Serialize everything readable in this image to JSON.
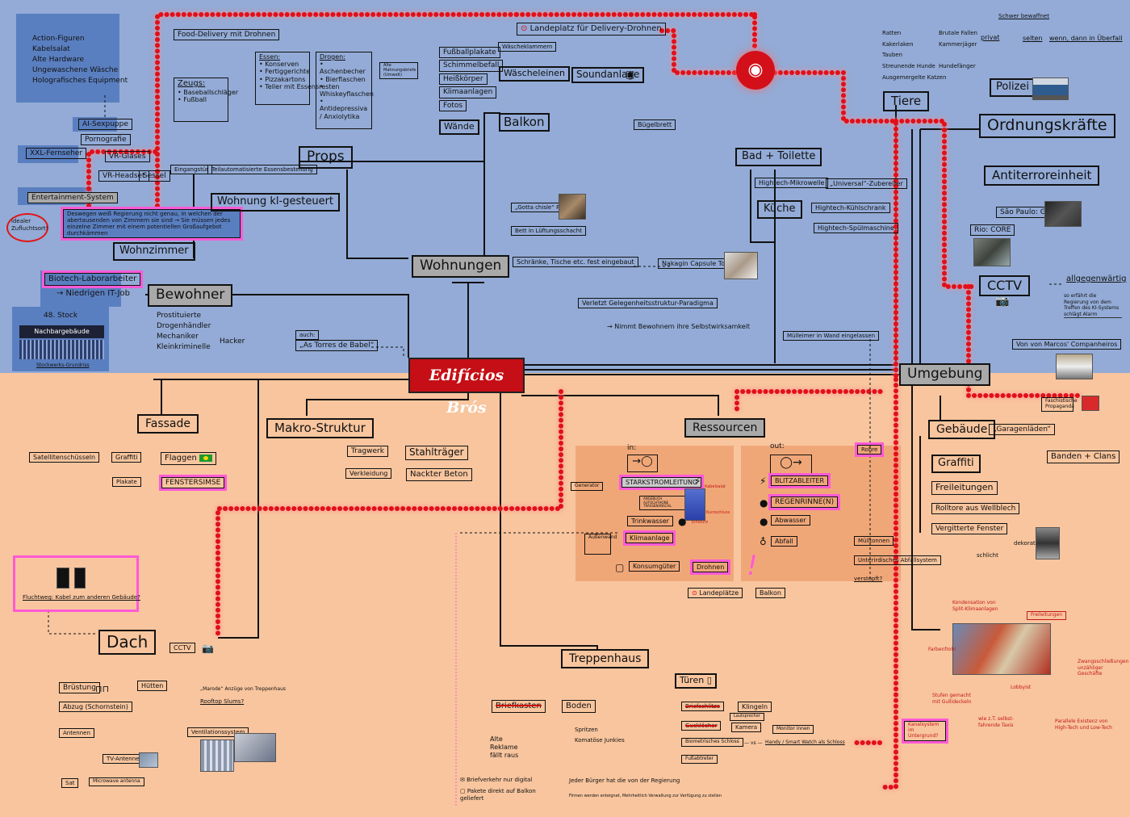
{
  "title": "Edifícios Brós",
  "accent_colors": {
    "root": "#c50e15",
    "top_bg": "#93abd6",
    "bottom_bg": "#f8c59e",
    "highlight": "#ff5ad6",
    "surveillance_path": "#e0101a"
  },
  "icons": {
    "eye": "◉",
    "target": "⊙",
    "lightning": "⚡",
    "drop": "💧",
    "box": "▢",
    "door": "▯",
    "camera": "⌁",
    "mail": "✉",
    "trash": "▥"
  },
  "top": {
    "junk_list": [
      "Action-Figuren",
      "Kabelsalat",
      "Alte Hardware",
      "Ungewaschene Wäsche",
      "Holografisches Equipment"
    ],
    "ai_sexdoll": "AI-Sexpuppe",
    "pornografie": "Pornografie",
    "xxl_tv": "XXL-Fernseher",
    "vr_glasses": "VR-Glases",
    "vr_headset": "VR-Headset",
    "sessel": "Sessel",
    "entertainment": "Entertainment-System",
    "ideal_hideout": "idealer Zufluchtsort!",
    "wohnzimmer_note": "Deswegen weiß Regierung nicht genau, in welchen der abertausenden von Zimmern sie sind → Sie müssen jedes einzelne Zimmer mit einem potentiellen Großaufgebot durchkämmen",
    "wohnzimmer": "Wohnzimmer",
    "biotech": "Biotech-Laborarbeiter",
    "it_job": "→ Niedrigen IT-Job",
    "stock": "48. Stock",
    "neighbor": "Nachbargebäude",
    "floorplan": "Stockwerks-Grundriss",
    "bewohner": "Bewohner",
    "bewohner_list": [
      "Prostituierte",
      "Drogenhändler",
      "Mechaniker",
      "Kleinkriminelle"
    ],
    "hacker": "Hacker",
    "food_delivery": "Food-Delivery mit Drohnen",
    "essen_title": "Essen:",
    "essen_list": [
      "• Konserven",
      "• Fertiggerichte",
      "• Pizzakartons",
      "• Teller mit Essensresten"
    ],
    "drogen_title": "Drogen:",
    "drogen_list": [
      "• Aschenbecher",
      "• Bierflaschen",
      "• Whiskeyflaschen",
      "• Antidepressiva / Anxiolytika"
    ],
    "drogen_note": "Alte Mahnungsbriefe (Umwelt)",
    "zeugs_title": "Zeugs:",
    "zeugs_list": [
      "• Baseballschläger",
      "• Fußball"
    ],
    "props": "Props",
    "eingangstuer": "Eingangstür",
    "teilauto": "Teilautomatisierte Essensbestellung",
    "wohnung_kl": "Wohnung kl-gesteuert",
    "wall_list": [
      "Fußballplakate",
      "Schimmelbefall",
      "Heißkörper",
      "Klimaanlagen",
      "Fotos"
    ],
    "waende": "Wände",
    "waescheklammern": "Wäscheklammern",
    "waescheleinen": "Wäscheleinen",
    "landeplatz": "Landeplatz für Delivery-Drohnen",
    "soundanlage": "Soundanlage",
    "balkon": "Balkon",
    "buegelbrett": "Bügelbrett",
    "gotta": "„Gotta chisle“ P",
    "bett": "Bett in Lüftungsschacht",
    "schraenke": "Schränke, Tische etc. fest eingebaut",
    "nakagin": "Nakagin Capsule Tower",
    "verletzt": "Verletzt Gelegenheitsstruktur-Paradigma",
    "nimmt": "→ Nimmt Bewohnern ihre Selbstwirksamkeit",
    "wohnungen": "Wohnungen",
    "auch": "auch:",
    "torres": "„As Torres de Babel“",
    "bad": "Bad + Toilette",
    "mikrowelle": "Hightech-Mikrowelle",
    "universal": "„Universal“-Zubereiter",
    "kueche": "Küche",
    "kuehlschrank": "Hightech-Kühlschrank",
    "spuelmaschine": "Hightech-Spülmaschine",
    "muelleimer": "Mülleimer in Wand eingelassen",
    "tiere_list": [
      "Ratten",
      "Kakerlaken",
      "Tauben",
      "Streunende Hunde",
      "Ausgemergelte Katzen"
    ],
    "tiere_right": [
      "Brutale Fallen",
      "Kammerjäger",
      "",
      "Hundefänger"
    ],
    "tiere": "Tiere",
    "schwer": "Schwer bewaffnet",
    "privat": "privat",
    "selten": "selten",
    "wenn_ueberfall": "wenn, dann in Überfall",
    "polizei": "Polizei",
    "ordnung": "Ordnungskräfte",
    "antiterror": "Antiterroreinheit",
    "sao_paulo": "São Paulo: GOE",
    "rio": "Rio: CORE",
    "cctv": "CCTV",
    "allgegenwaertig": "allgegenwärtig",
    "cctv_note": "so erfährt die Regierung von dem Treffen des KI-Systems schlägt Alarm",
    "vw": "Von von Marcos' Companheiros",
    "umgebung": "Umgebung"
  },
  "bottom": {
    "fassade": "Fassade",
    "satelliten": "Satellitenschüsseln",
    "graffiti": "Graffiti",
    "flaggen": "Flaggen",
    "plakate": "Plakate",
    "fenstersimse": "FENSTERSIMSE",
    "makro": "Makro-Struktur",
    "tragwerk": "Tragwerk",
    "stahltraeger": "Stahlträger",
    "verkleidung": "Verkleidung",
    "beton": "Nackter Beton",
    "ressourcen": "Ressourcen",
    "in_label": "in:",
    "out_label": "out:",
    "generator": "Generator",
    "starkstrom": "STARKSTROMLEITUNG",
    "starkstrom_note": "ANGEBLICH AUTOCHTHONE TRASSENANSCHL.",
    "pole_labels": [
      "Kabelsalat",
      "Einsturz",
      "Kurzschluss"
    ],
    "trinkwasser": "Trinkwasser",
    "aussenwand": "Außenwand",
    "klimaanlage": "Klimaanlage",
    "konsumgueter": "Konsumgüter",
    "drohnen": "Drohnen",
    "landeplaetze": "Landeplätze",
    "balkon": "Balkon",
    "blitzableiter": "BLITZABLEITER",
    "regenrinne": "REGENRINNE(N)",
    "abwasser": "Abwasser",
    "abfall": "Abfall",
    "muelltonnen": "Mülltonnen",
    "unterirdisch": "Unterirdisches Abfallsystem",
    "verstopft": "verstopft?",
    "rohre": "Rohre",
    "exclaim": "!",
    "gebaeude": "Gebäude",
    "garagen": "„Garagenläden“",
    "graffiti2": "Graffiti",
    "banksy": "Banden + Clans",
    "freileitungen": "Freileitungen",
    "rolltore": "Rolltore aus Wellblech",
    "vergittert": "Vergitterte Fenster",
    "dekorativ": "dekorativ",
    "schlicht": "schlicht",
    "faschist": "Faschistische Propaganda",
    "fluchtweg": "Fluchtweg: Kabel zum anderen Gebäude?",
    "dach": "Dach",
    "cctv": "CCTV",
    "bruestung": "Brüstung",
    "abzug": "Abzug (Schornstein)",
    "antennen": "Antennen",
    "tv_antenne": "TV-Antenne",
    "sat": "Sat",
    "mikrowelle_antenne": "Microwave antenna",
    "huetten": "Hütten",
    "marodes": "„Marode“ Anzüge von Treppenhaus",
    "rooftop": "Rooftop Slums?",
    "ventilation": "Ventilationssystem",
    "treppenhaus": "Treppenhaus",
    "briefkasten": "Briefkasten",
    "alte_reklame": "Alte Reklame fällt raus",
    "boden": "Boden",
    "boden_list": [
      "Spritzen",
      "Komatöse Junkies"
    ],
    "tueren": "Türen",
    "briefschlitze": "Briefschlitze",
    "klingeln": "Klingeln",
    "lautsprecher": "Lautsprecher",
    "guckloch": "Gucklöcher",
    "kamera": "Kamera",
    "monitor": "Monitor innen",
    "biometrisch": "Biometrisches Schloss",
    "vs": "— vs —",
    "handy": "Handy / Smart Watch als Schloss",
    "fussabtreter": "Fußabtreter",
    "briefverkehr": "Briefverkehr nur digital",
    "pakete": "Pakete direkt auf Balkon geliefert",
    "jeder_buerger": "Jeder Bürger hat die von der Regierung",
    "firmen": "Firmen werden enteignet, Mehrheitlich Verwaltung zur Verfügung zu stellen",
    "photo_notes": [
      "Kondensation von Split-Klimaanlagen",
      "Freileitungen",
      "Farbenfroh!",
      "Zwangsschließungen unzähliger Geschäfte",
      "Stufen gemacht mit Gullideckeln",
      "Lobbyist",
      "Kanalsystem im Untergrund?",
      "wie z.T. selbst-fahrende Taxis",
      "Parallele Existenz von High-Tech und Low-Tech"
    ]
  }
}
